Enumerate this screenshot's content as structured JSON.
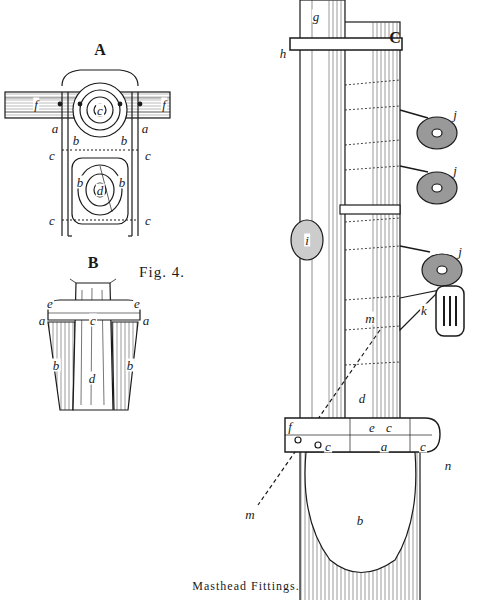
{
  "diagram": {
    "caption": "Masthead Fittings.",
    "labels": [
      "A",
      "f",
      "f",
      "c",
      "a",
      "a",
      "b",
      "b",
      "c",
      "c",
      "d",
      "b",
      "b",
      "c",
      "c",
      "Fig. 4.",
      "B",
      "e",
      "e",
      "a",
      "a",
      "c",
      "b",
      "b",
      "d",
      "C",
      "g",
      "h",
      "j",
      "j",
      "j",
      "i",
      "k",
      "m",
      "m",
      "d",
      "f",
      "e",
      "c",
      "c",
      "a",
      "c",
      "n",
      "b"
    ]
  }
}
